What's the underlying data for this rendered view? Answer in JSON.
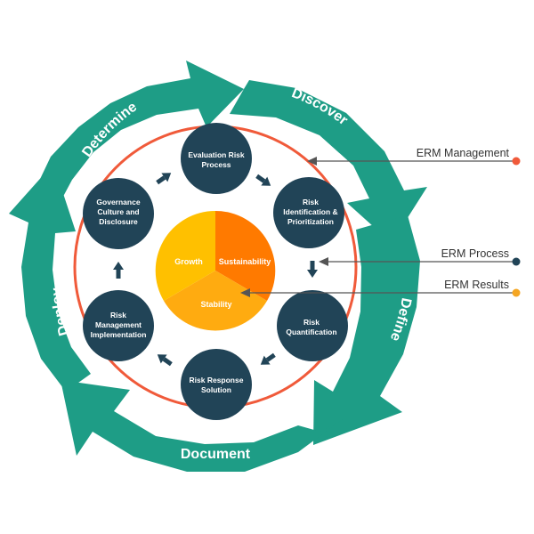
{
  "colors": {
    "teal": "#1e9d86",
    "teal_shade": "#178572",
    "ring": "#f05a3a",
    "node": "#214457",
    "growth": "#ffc000",
    "sustainability": "#ff7a00",
    "stability": "#ffab10",
    "line": "#555555",
    "dot_management": "#f05a3a",
    "dot_process": "#214457",
    "dot_results": "#f5a623"
  },
  "outer_cycle": {
    "determine": "Determine",
    "discover": "Discover",
    "define": "Define",
    "document": "Document",
    "deploy": "Deploy"
  },
  "process_nodes": {
    "evaluation": [
      "Evaluation Risk",
      "Process"
    ],
    "identification": [
      "Risk",
      "Identification &",
      "Prioritization"
    ],
    "quantification": [
      "Risk",
      "Quantification"
    ],
    "response": [
      "Risk Response",
      "Solution"
    ],
    "implementation": [
      "Risk",
      "Management",
      "Implementation"
    ],
    "governance": [
      "Governance",
      "Culture and",
      "Disclosure"
    ]
  },
  "results": {
    "growth": "Growth",
    "sustainability": "Sustainability",
    "stability": "Stability"
  },
  "legend": {
    "management": "ERM Management",
    "process": "ERM Process",
    "results": "ERM Results"
  }
}
